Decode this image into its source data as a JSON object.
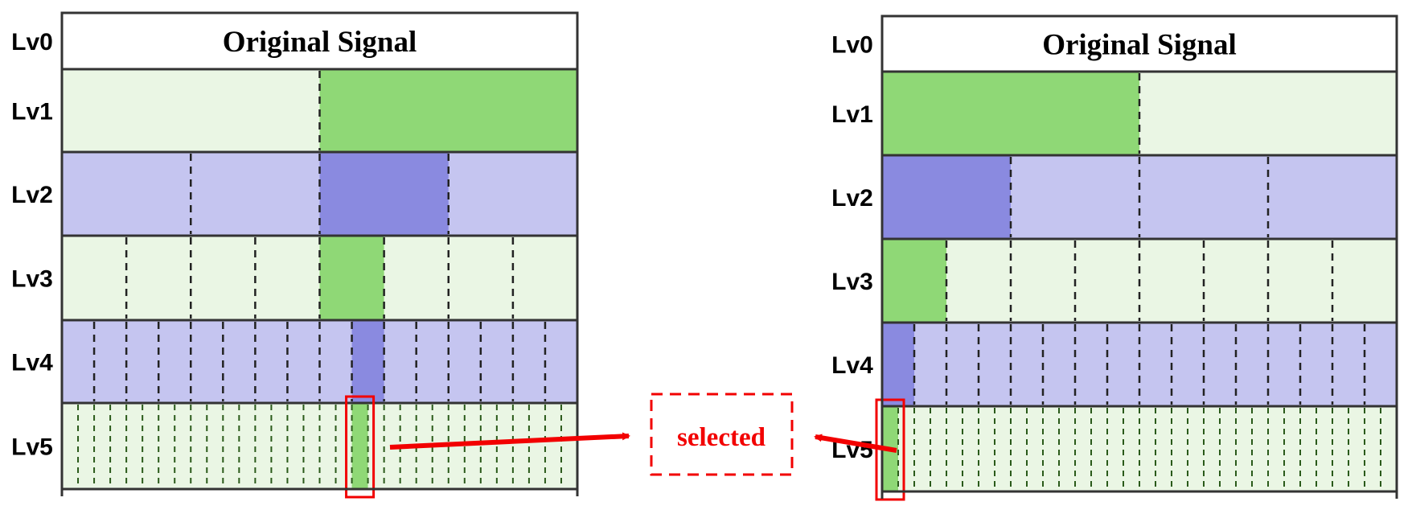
{
  "colors": {
    "green_light": "#eaf6e4",
    "green_dark": "#8fd876",
    "purple_light": "#c5c5f0",
    "purple_dark": "#8a8ae0",
    "stroke": "#333333",
    "divider_dark": "#222222",
    "divider_green": "#2a5a1a",
    "highlight_red": "#f20000"
  },
  "title": "Original Signal",
  "callout": {
    "label": "selected"
  },
  "levels": [
    {
      "label": "Lv0"
    },
    {
      "label": "Lv1",
      "segments": 2,
      "palette": "green"
    },
    {
      "label": "Lv2",
      "segments": 4,
      "palette": "purple"
    },
    {
      "label": "Lv3",
      "segments": 8,
      "palette": "green"
    },
    {
      "label": "Lv4",
      "segments": 16,
      "palette": "purple"
    },
    {
      "label": "Lv5",
      "segments": 32,
      "palette": "green"
    }
  ],
  "diagrams": [
    {
      "name": "left-hierarchy",
      "selected_path": [
        1,
        2,
        4,
        9,
        18
      ]
    },
    {
      "name": "right-hierarchy",
      "selected_path": [
        0,
        0,
        0,
        0,
        0
      ]
    }
  ]
}
